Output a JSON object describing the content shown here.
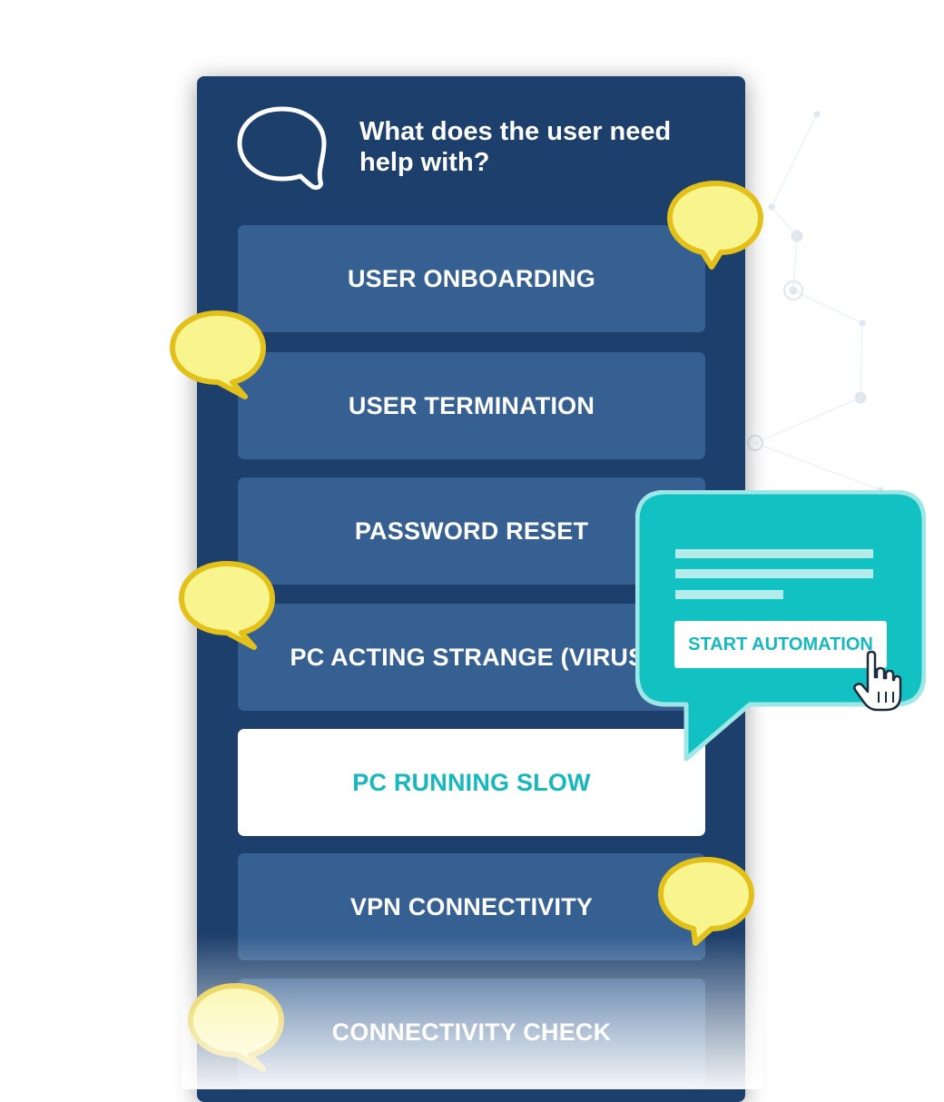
{
  "prompt": {
    "question": "What does the user need help with?"
  },
  "options": [
    {
      "label": "USER ONBOARDING",
      "selected": false
    },
    {
      "label": "USER TERMINATION",
      "selected": false
    },
    {
      "label": "PASSWORD RESET",
      "selected": false
    },
    {
      "label": "PC ACTING STRANGE (VIRUS)",
      "selected": false
    },
    {
      "label": "PC RUNNING SLOW",
      "selected": true
    },
    {
      "label": "VPN CONNECTIVITY",
      "selected": false
    },
    {
      "label": "CONNECTIVITY CHECK",
      "selected": false
    }
  ],
  "popup": {
    "button_label": "START AUTOMATION"
  },
  "icons": {
    "header": "chat-bubble-outline-icon",
    "decorations": "speech-bubble-icon",
    "cursor": "hand-pointer-icon"
  },
  "colors": {
    "panel": "#1d3f6b",
    "option": "#366092",
    "selected_text": "#17b8bd",
    "popup": "#12c2c2",
    "bubble": "#f8f48e",
    "bubble_outline": "#e3c11a"
  }
}
